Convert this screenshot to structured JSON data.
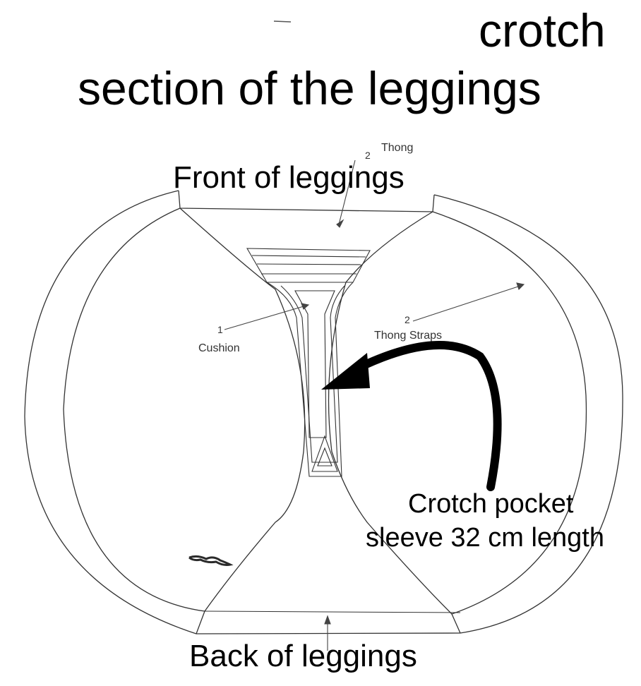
{
  "title": {
    "line1": "crotch",
    "line2": "section of the leggings"
  },
  "labels": {
    "front": "Front of leggings",
    "back": "Back of leggings",
    "thong": "Thong",
    "thong_num": "2",
    "cushion": "Cushion",
    "cushion_num": "1",
    "thong_straps": "Thong Straps",
    "thong_straps_num": "2",
    "crotch_pocket_line1": "Crotch pocket",
    "crotch_pocket_line2": "sleeve 32 cm length"
  },
  "colors": {
    "line": "#333333",
    "ink": "#000000",
    "scribble": "#2b2b2b"
  }
}
